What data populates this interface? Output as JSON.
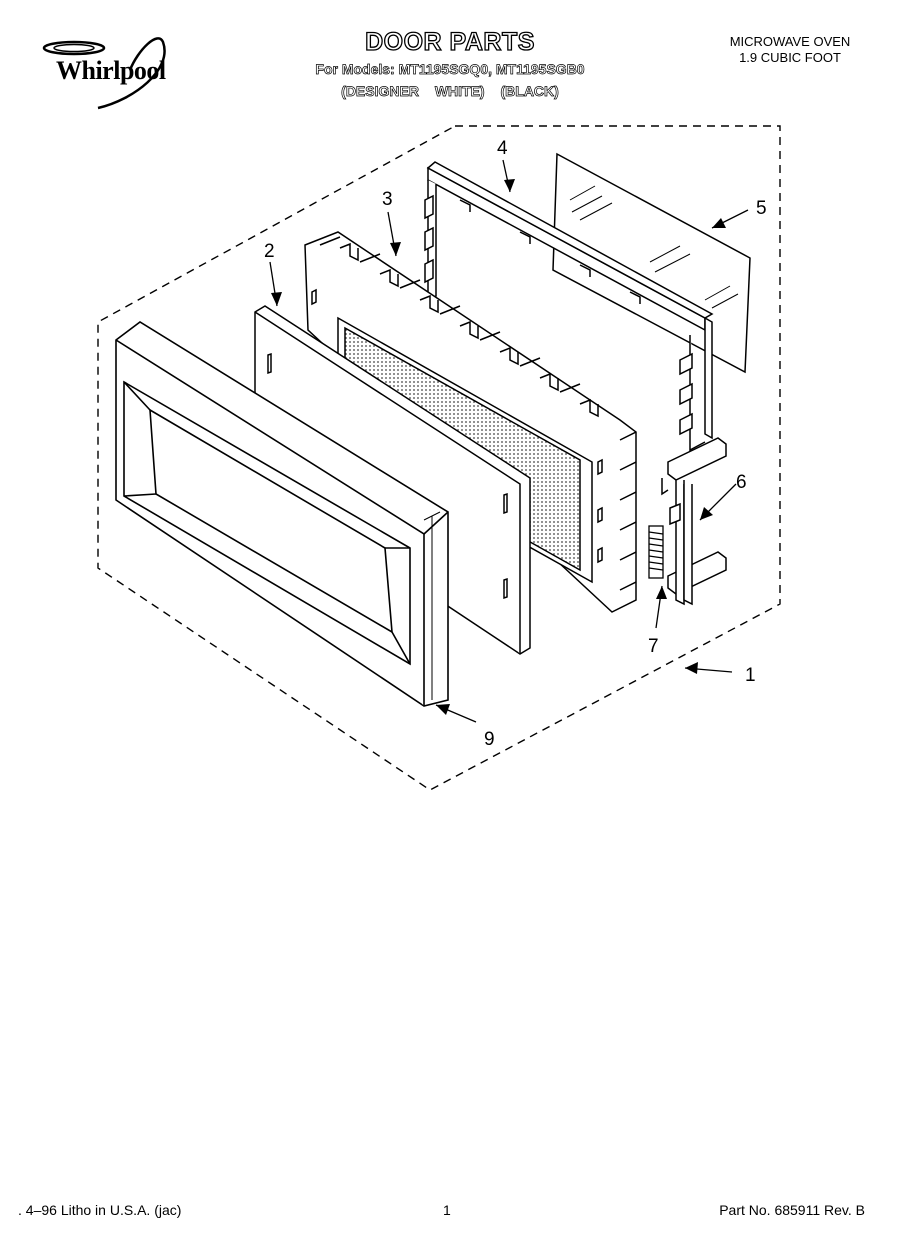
{
  "header": {
    "brand": "Whirlpool",
    "title": "DOOR PARTS",
    "models_line": "For Models: MT1195SGQ0, MT1195SGB0",
    "variants": [
      "(DESIGNER WHITE)",
      "(BLACK)"
    ],
    "product_type": "MICROWAVE OVEN",
    "capacity": "1.9 CUBIC FOOT"
  },
  "callouts": [
    "1",
    "2",
    "3",
    "4",
    "5",
    "6",
    "7",
    "9"
  ],
  "footer": {
    "print_info": ". 4–96 Litho in U.S.A. (jac)",
    "page_number": "1",
    "part_number": "Part No. 685911 Rev. B"
  },
  "colors": {
    "ink": "#000000",
    "paper": "#ffffff",
    "mesh": "#d8d8d8"
  }
}
